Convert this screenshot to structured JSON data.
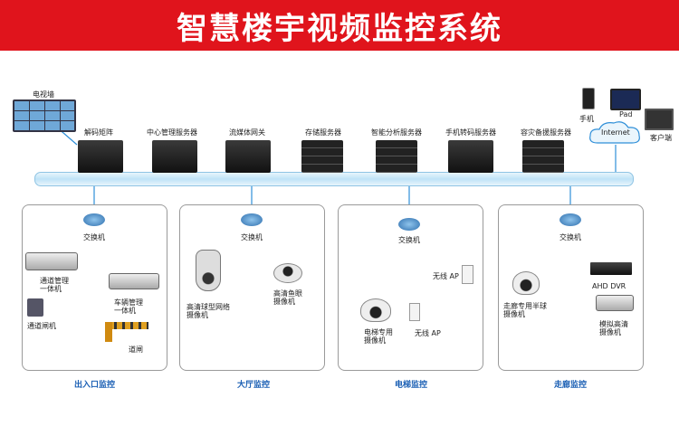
{
  "title": "智慧楼宇视频监控系统",
  "colors": {
    "accent": "#e0141c",
    "bus": "#bfe3f7",
    "link": "#2f8fd8",
    "zone_label": "#1a5fb4"
  },
  "top_devices": {
    "tv_wall": "电视墙",
    "decoder": "解码矩阵",
    "center_server": "中心管理服务器",
    "media_gateway": "流媒体网关",
    "storage": "存储服务器",
    "analysis": "智能分析服务器",
    "mobile_transcode": "手机转码服务器",
    "backup": "容灾备援服务器",
    "phone": "手机",
    "pad": "Pad",
    "internet": "Internet",
    "client": "客户端"
  },
  "zones": [
    {
      "caption": "出入口监控",
      "switch": "交换机",
      "items": {
        "cam1": "通道管理\n一体机",
        "cam2": "车辆管理\n一体机",
        "gate": "通道闸机",
        "barrier": "道闸"
      }
    },
    {
      "caption": "大厅监控",
      "switch": "交换机",
      "items": {
        "dome": "高清球型网络\n摄像机",
        "fisheye": "高清鱼眼\n摄像机"
      }
    },
    {
      "caption": "电梯监控",
      "switch": "交换机",
      "items": {
        "ap1": "无线 AP",
        "elevator_cam": "电梯专用\n摄像机",
        "ap2": "无线 AP"
      }
    },
    {
      "caption": "走廊监控",
      "switch": "交换机",
      "items": {
        "half_dome": "走廊专用半球\n摄像机",
        "dvr": "AHD DVR",
        "analog_cam": "模拟高清\n摄像机"
      }
    }
  ]
}
